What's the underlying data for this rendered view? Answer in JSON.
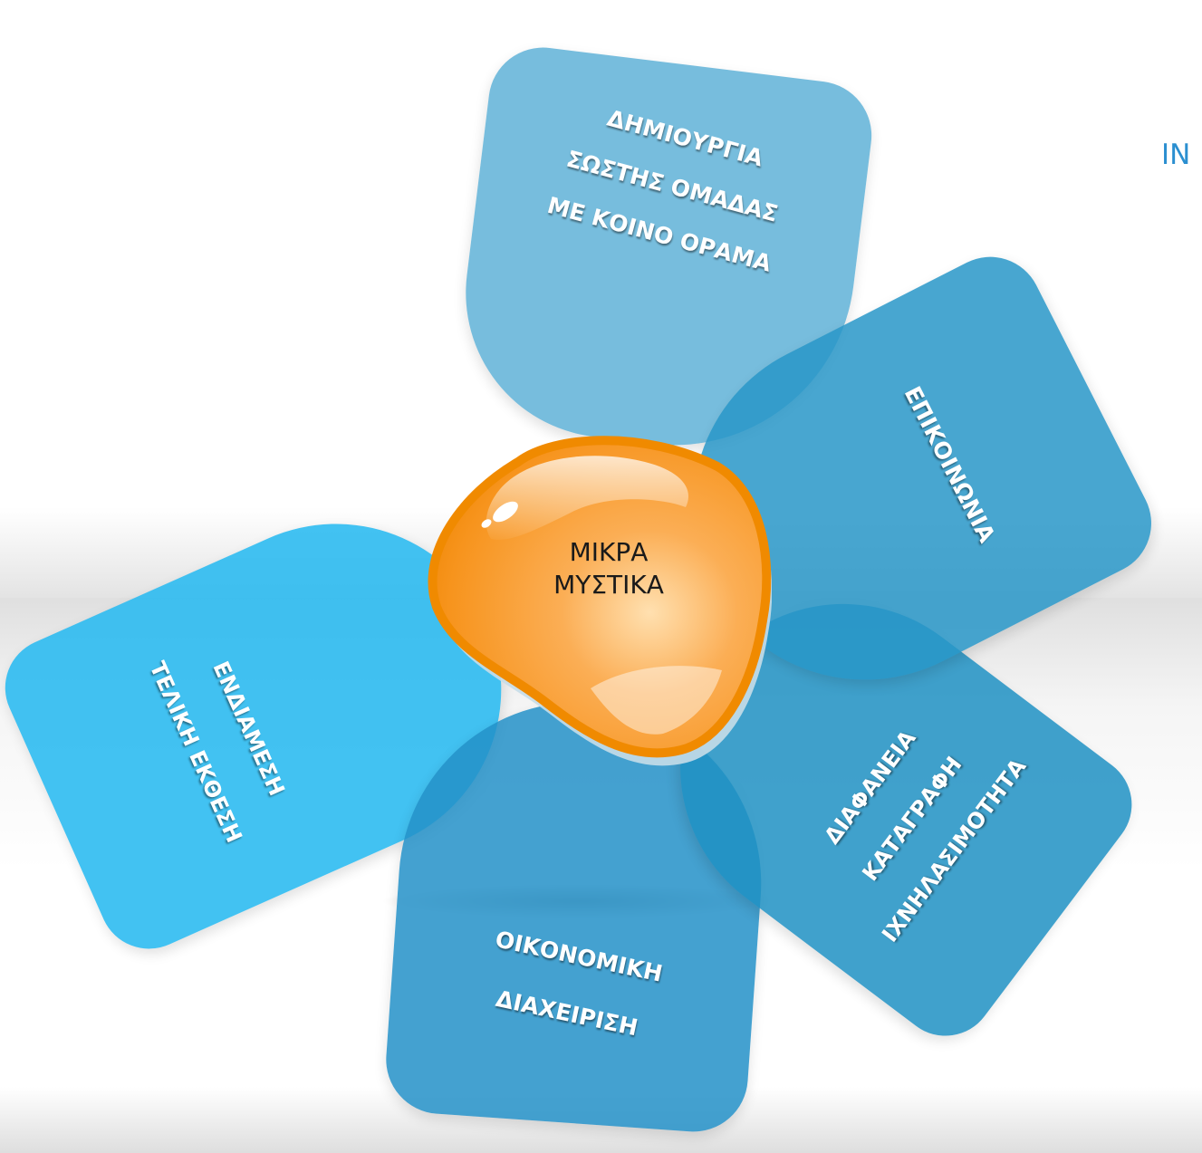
{
  "diagram": {
    "center": {
      "lines": [
        "ΜΙΚΡΑ",
        "ΜΥΣΤΙΚΑ"
      ]
    },
    "petals": {
      "top": {
        "lines": [
          "ΔΗΜΙΟΥΡΓΙΑ",
          "ΣΩΣΤΗΣ ΟΜΑΔΑΣ",
          "ΜΕ ΚΟΙΝΟ ΟΡΑΜΑ"
        ]
      },
      "right": {
        "lines": [
          "ΕΠΙΚΟΙΝΩΝΙΑ"
        ]
      },
      "lower_right": {
        "lines": [
          "ΔΙΑΦΑΝΕΙΑ",
          "ΚΑΤΑΓΡΑΦΗ",
          "ΙΧΝΗΛΑΣΙΜΟΤΗΤΑ"
        ]
      },
      "bottom": {
        "lines": [
          "ΟΙΚΟΝΟΜΙΚΗ",
          "ΔΙΑΧΕΙΡΙΣΗ"
        ]
      },
      "left": {
        "lines": [
          "ΕΝΔΙΑΜΕΣΗ",
          "ΤΕΛΙΚΗ ΕΚΘΕΣΗ"
        ]
      }
    },
    "edge_text": "IN"
  },
  "colors": {
    "petal_top": "#64b4d8",
    "petal_right": "#2896c8",
    "petal_lower_right": "#1e91c3",
    "petal_bottom": "#2391c8",
    "petal_left": "#28b9f0",
    "center_fill": "#f7941d",
    "center_outline": "#f08a00",
    "edge_text": "#2b8fd0"
  }
}
